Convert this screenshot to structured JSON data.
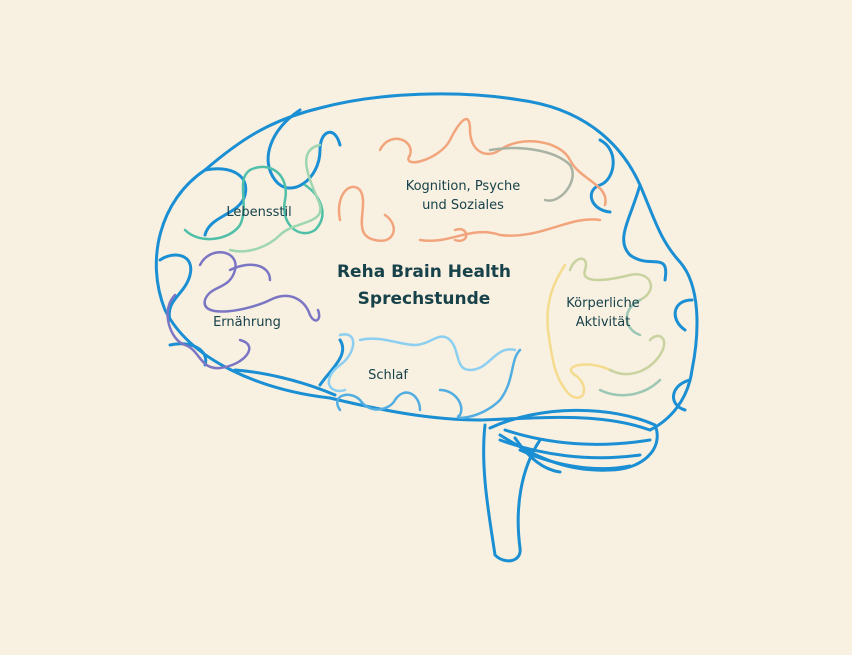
{
  "title": {
    "line1": "Reha Brain Health",
    "line2": "Sprechstunde"
  },
  "areas": [
    {
      "id": "lebensstil",
      "lines": [
        "Lebensstil"
      ],
      "color": "#4fbfa8"
    },
    {
      "id": "kognition",
      "lines": [
        "Kognition, Psyche",
        "und Soziales"
      ],
      "color": "#f2a57c"
    },
    {
      "id": "ernaehrung",
      "lines": [
        "Ernährung"
      ],
      "color": "#7b76c4"
    },
    {
      "id": "koerper",
      "lines": [
        "Körperliche",
        "Aktivität"
      ],
      "color": "#f5db8e"
    },
    {
      "id": "schlaf",
      "lines": [
        "Schlaf"
      ],
      "color": "#8ccff0"
    }
  ],
  "colors": {
    "outline": "#1a8fd3",
    "text": "#17424a",
    "background": "#f8f0e1"
  }
}
